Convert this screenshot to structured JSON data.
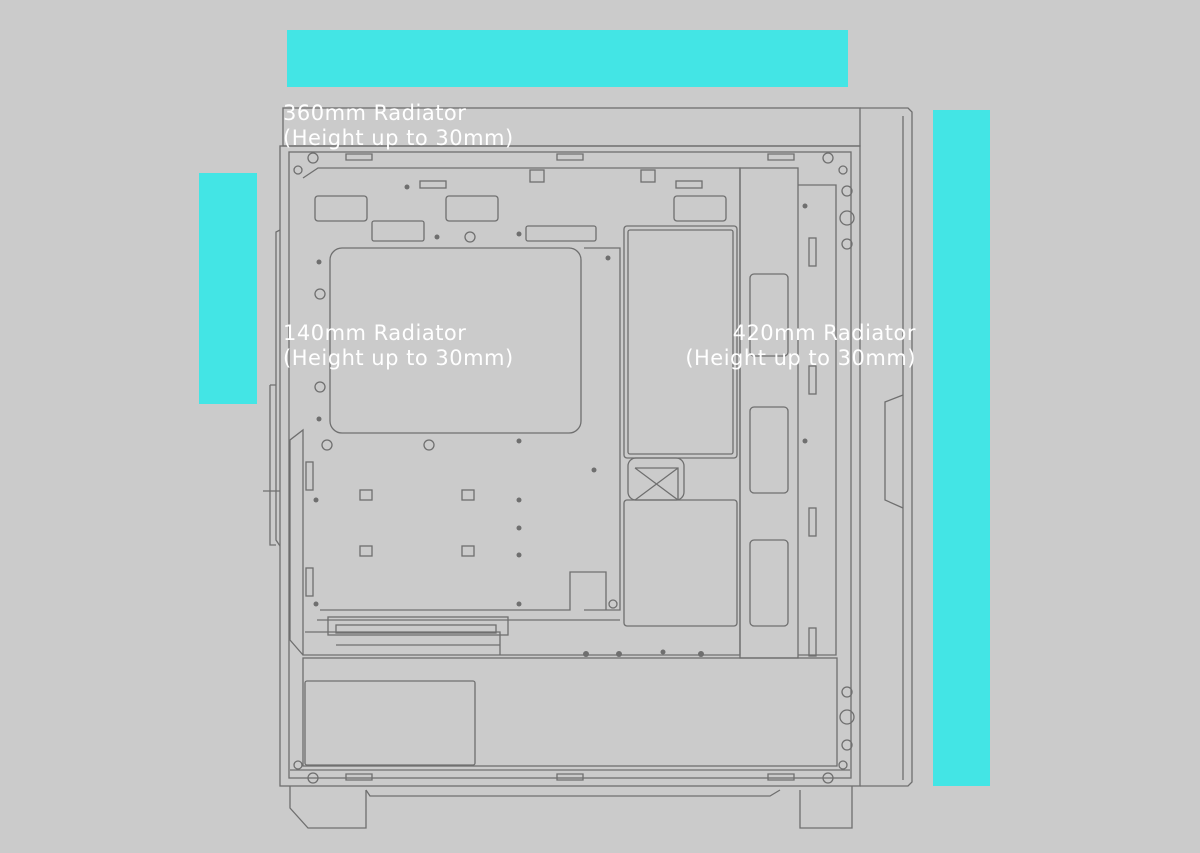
{
  "labels": {
    "top": {
      "line1": "360mm Radiator",
      "line2": "(Height up to 30mm)"
    },
    "left": {
      "line1": "140mm Radiator",
      "line2": "(Height up to 30mm)"
    },
    "right": {
      "line1": "420mm Radiator",
      "line2": "(Height up to 30mm)"
    }
  },
  "colors": {
    "background": "#cbcbcb",
    "highlight": "#43e5e5",
    "line": "#6f6f6f",
    "text": "#ffffff"
  }
}
